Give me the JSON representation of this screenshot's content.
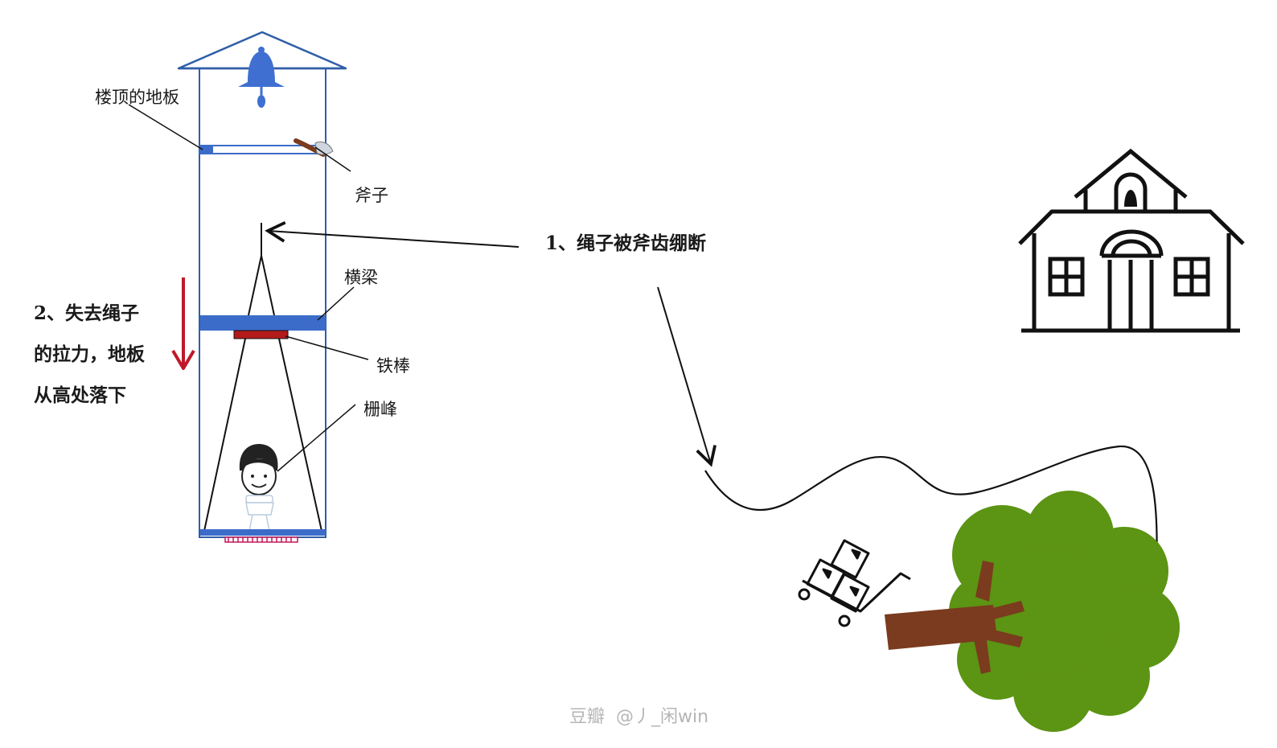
{
  "labels": {
    "roof_floor": "楼顶的地板",
    "axe": "斧子",
    "beam": "横梁",
    "iron_rod": "铁棒",
    "pole": "栅峰",
    "step1": "1、绳子被斧齿绷断",
    "step2_line1": "2、失去绳子",
    "step2_line2": "的拉力，地板",
    "step2_line3": "从高处落下"
  },
  "watermark": {
    "site": "豆瓣",
    "handle": "@丿_闲win"
  },
  "colors": {
    "tower_outline": "#2f5ea8",
    "bell": "#3f6fd0",
    "beam": "#3c6cc9",
    "iron_rod": "#b31b1b",
    "fall_arrow": "#c0182a",
    "tree_leaves": "#5c9413",
    "tree_trunk": "#7a3b1e",
    "line": "#111111"
  }
}
